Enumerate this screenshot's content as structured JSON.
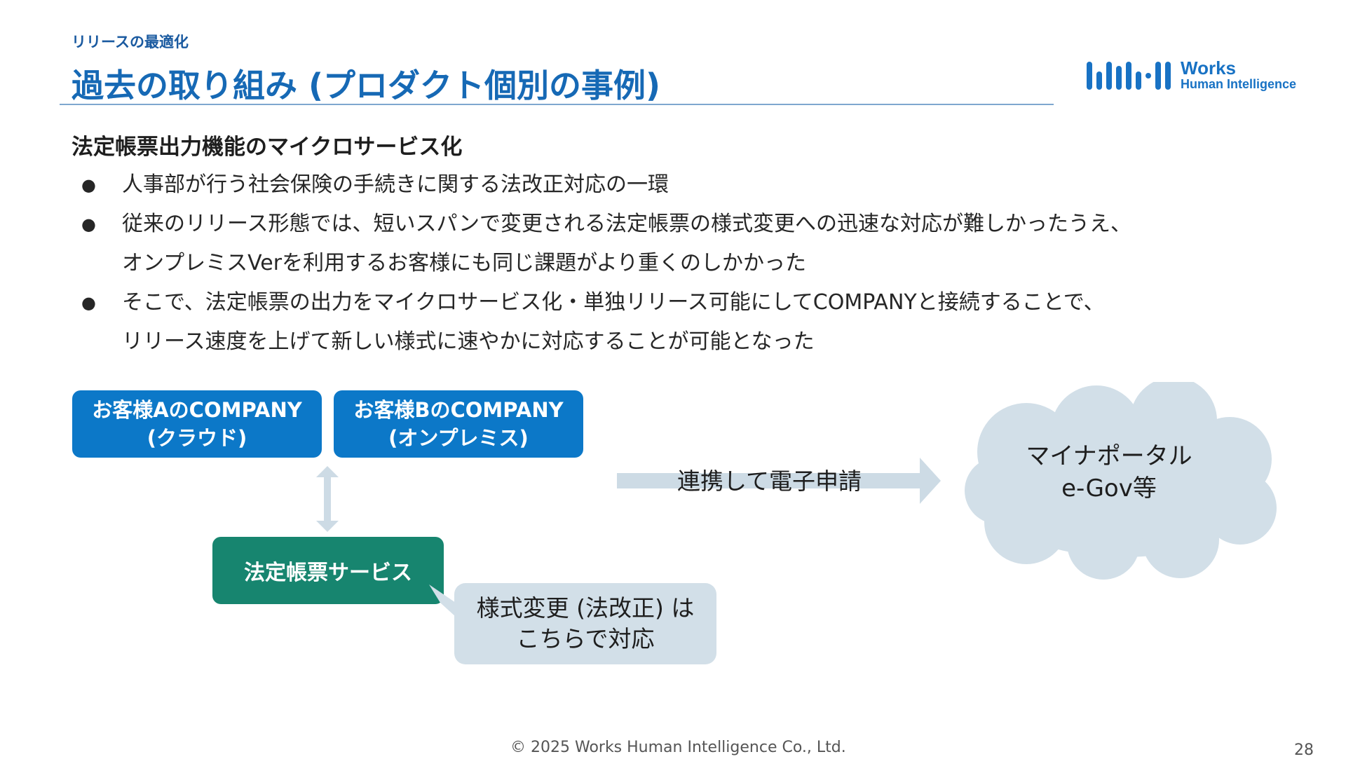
{
  "header": {
    "breadcrumb": "リリースの最適化",
    "title": "過去の取り組み (プロダクト個別の事例)"
  },
  "logo": {
    "word": "Works",
    "sub": "Human Intelligence",
    "color": "#1872c4"
  },
  "content": {
    "subheading": "法定帳票出力機能のマイクロサービス化",
    "bullets": [
      {
        "line1": "人事部が行う社会保険の手続きに関する法改正対応の一環",
        "line2": ""
      },
      {
        "line1": "従来のリリース形態では、短いスパンで変更される法定帳票の様式変更への迅速な対応が難しかったうえ、",
        "line2": "オンプレミスVerを利用するお客様にも同じ課題がより重くのしかかった"
      },
      {
        "line1": "そこで、法定帳票の出力をマイクロサービス化・単独リリース可能にしてCOMPANYと接続することで、",
        "line2": "リリース速度を上げて新しい様式に速やかに対応することが可能となった"
      }
    ]
  },
  "diagram": {
    "box_a": {
      "line1": "お客様AのCOMPANY",
      "line2": "(クラウド)"
    },
    "box_b": {
      "line1": "お客様BのCOMPANY",
      "line2": "(オンプレミス)"
    },
    "service_box": "法定帳票サービス",
    "callout": {
      "line1": "様式変更 (法改正) は",
      "line2": "こちらで対応"
    },
    "arrow_label": "連携して電子申請",
    "cloud": {
      "line1": "マイナポータル",
      "line2": "e-Gov等"
    },
    "colors": {
      "blue_box": "#0c78c8",
      "green_box": "#17856f",
      "light": "#d2dfe8",
      "title": "#1669b5"
    }
  },
  "footer": {
    "copyright": "© 2025 Works Human Intelligence Co., Ltd.",
    "page_number": "28"
  }
}
